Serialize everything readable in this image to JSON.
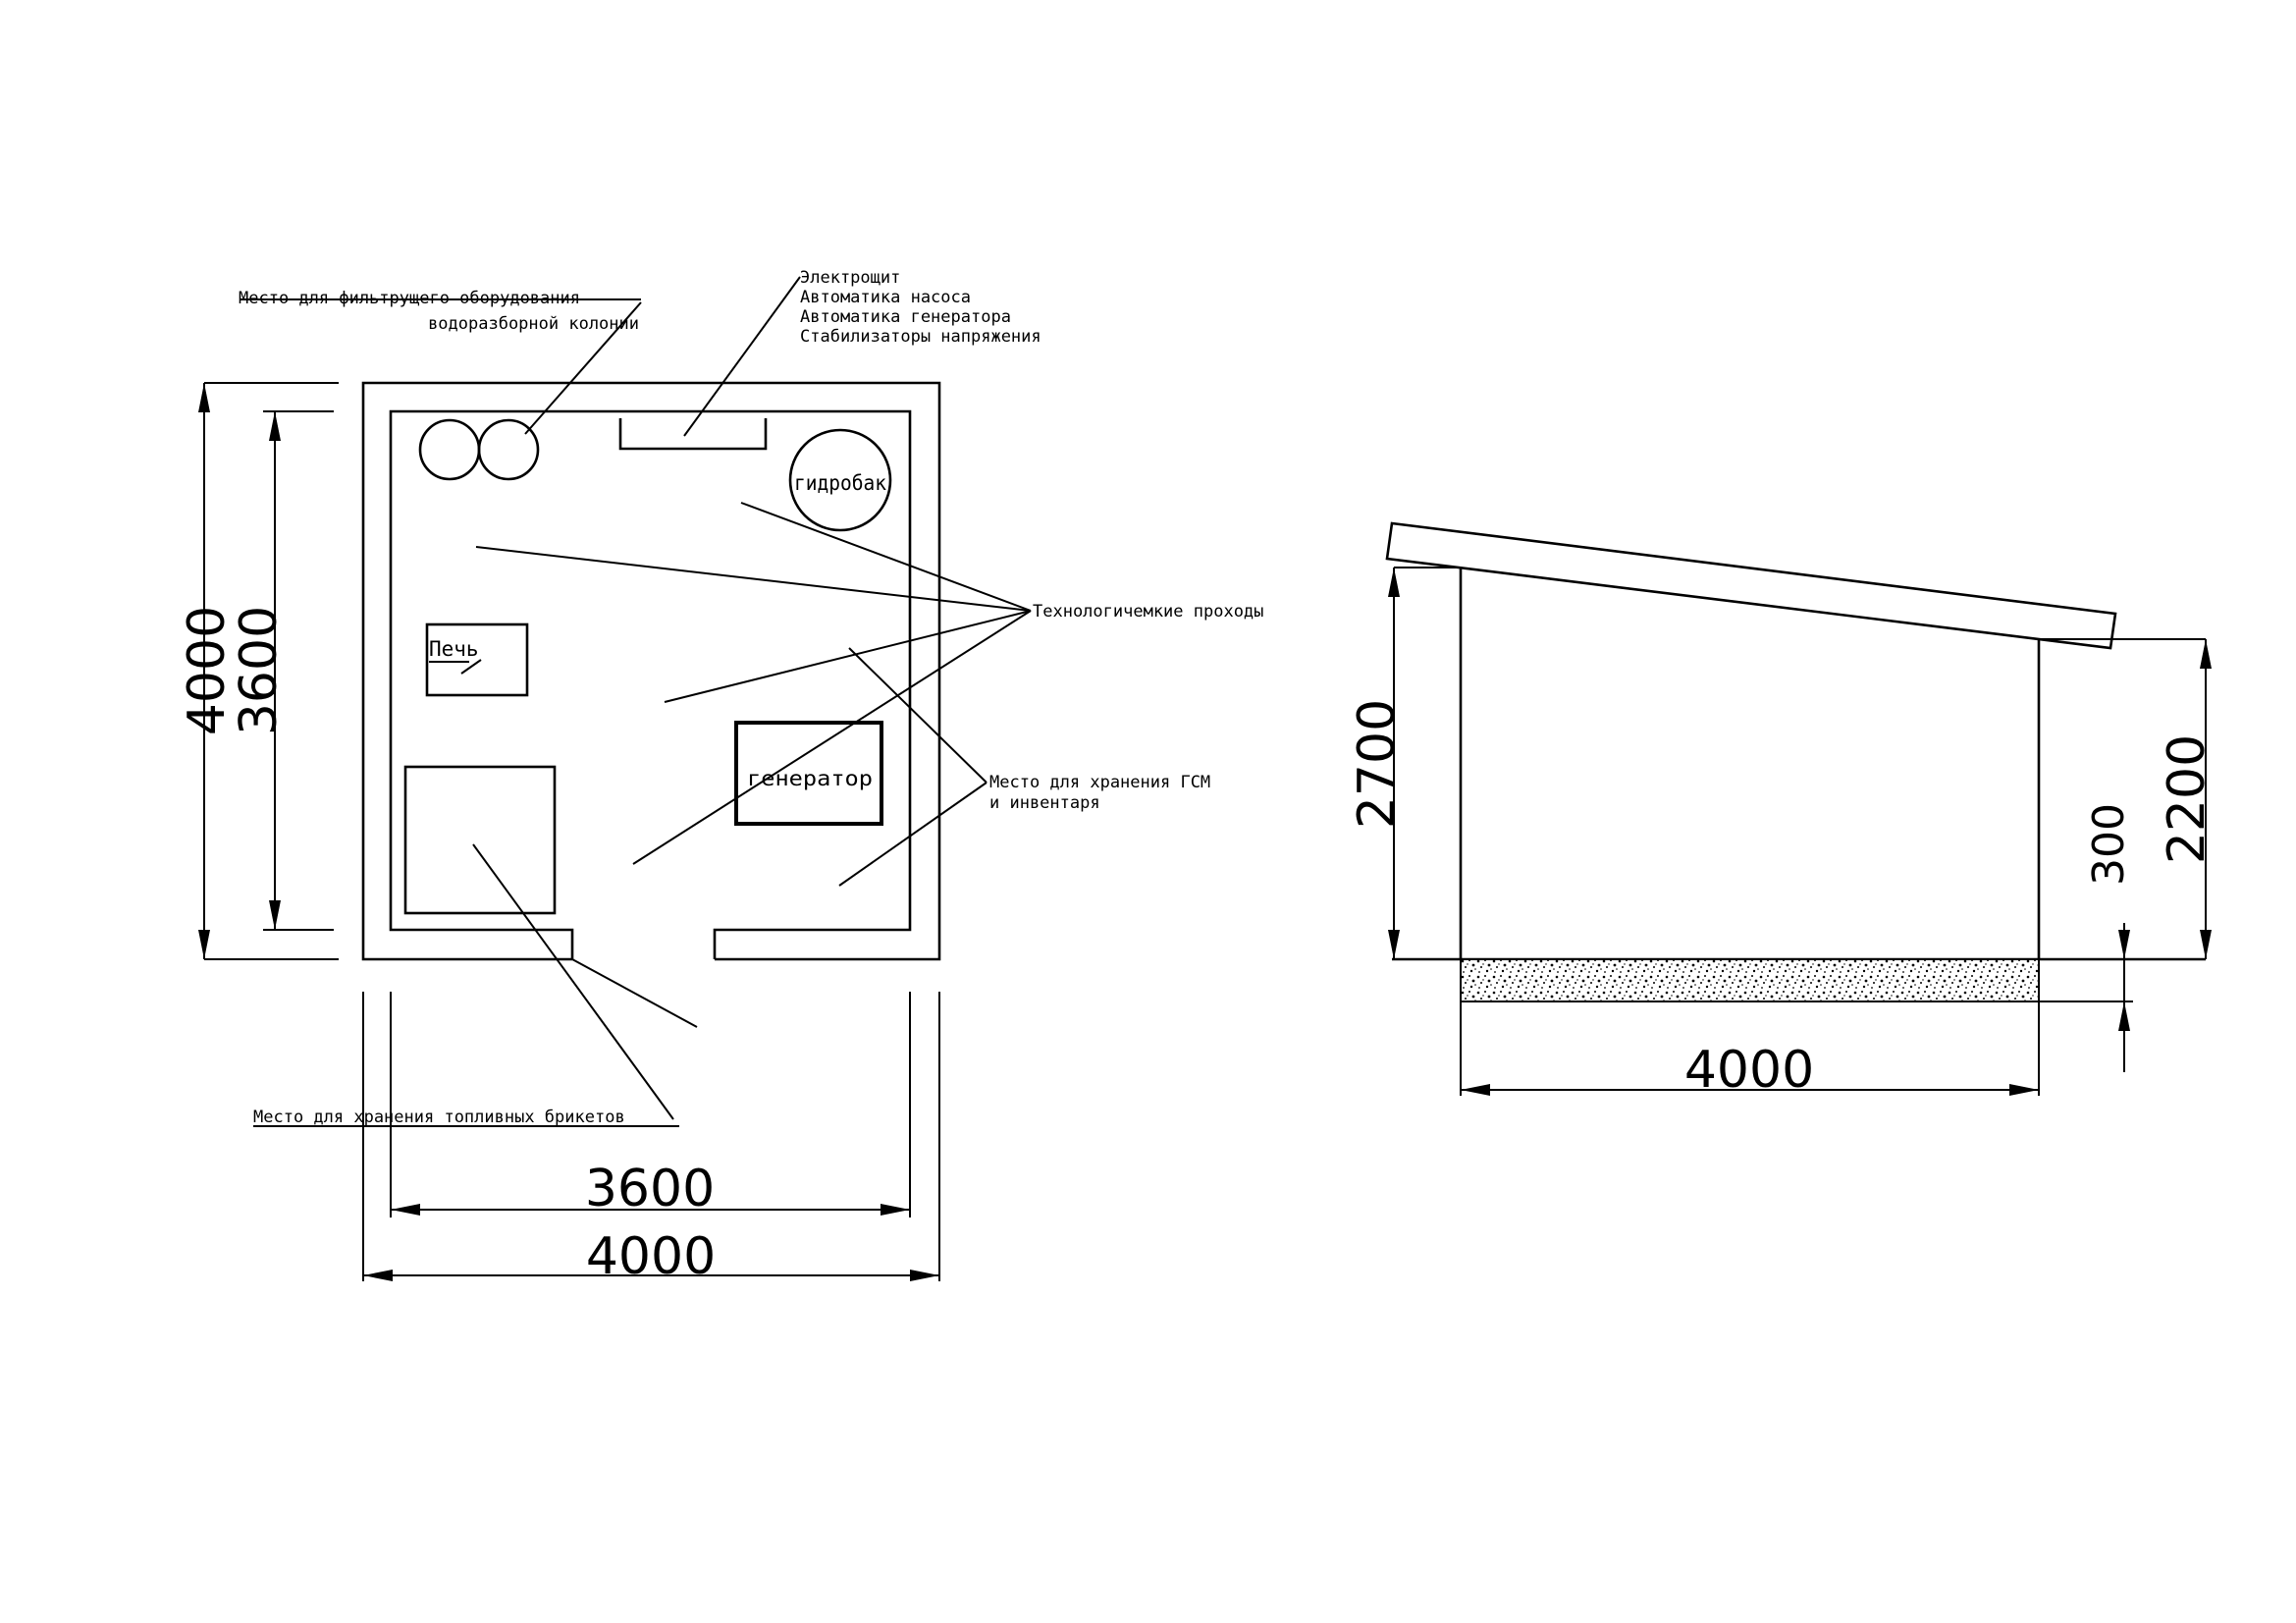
{
  "plan": {
    "notes": {
      "filter_line1": "Место для фильтрущего оборудования",
      "filter_line2": "водоразборной колонии",
      "panel_line1": "Электрощит",
      "panel_line2": "Автоматика насоса",
      "panel_line3": "Автоматика генератора",
      "panel_line4": "Стабилизаторы напряжения",
      "passages": "Технологичемкие проходы",
      "storage_line1": "Место для хранения ГСМ",
      "storage_line2": "и инвентаря",
      "briquettes": "Место для хранения топливных брикетов"
    },
    "labels": {
      "hydro_tank": "гидробак",
      "stove": "Печь",
      "generator": "генератор"
    },
    "dimensions": {
      "outer_height": "4000",
      "inner_height": "3600",
      "inner_width": "3600",
      "outer_width": "4000"
    }
  },
  "section": {
    "dimensions": {
      "left_height": "2700",
      "foundation": "300",
      "right_height": "2200",
      "width": "4000"
    }
  }
}
